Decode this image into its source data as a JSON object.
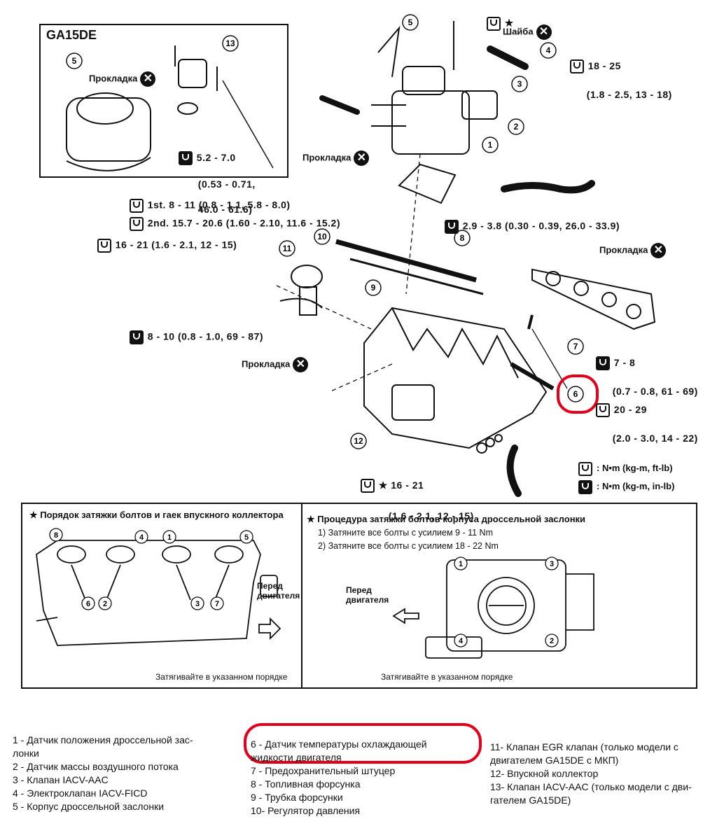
{
  "inset": {
    "engine_code": "GA15DE",
    "gasket_label": "Прокладка",
    "torque_lines": [
      "5.2 - 7.0",
      "(0.53 - 0.71,",
      "46.0 - 61.6)"
    ]
  },
  "callouts": {
    "washer_label": "Шайба",
    "torque_4_a": "18 - 25",
    "torque_4_b": "(1.8 - 2.5, 13 - 18)",
    "gasket_throttle": "Прокладка",
    "torque_first": "1st. 8 - 11 (0.8 - 1.1, 5.8 - 8.0)",
    "torque_second": "2nd. 15.7 - 20.6 (1.60 - 2.10, 11.6 - 15.2)",
    "torque_16_21": "16 - 21 (1.6 - 2.1, 12 - 15)",
    "torque_29_38": "2.9 - 3.8 (0.30 - 0.39, 26.0 - 33.9)",
    "gasket_right": "Прокладка",
    "torque_8_10": "8 - 10 (0.8 - 1.0, 69 - 87)",
    "gasket_left": "Прокладка",
    "torque_7_8_a": "7 - 8",
    "torque_7_8_b": "(0.7 - 0.8, 61 - 69)",
    "torque_20_29_a": "20 - 29",
    "torque_20_29_b": "(2.0 - 3.0, 14 - 22)",
    "torque_bottom_a": "16 - 21",
    "torque_bottom_b": "(1.6 - 2.1, 12 - 15)",
    "star": "★"
  },
  "legend": {
    "open": ": N•m (kg-m, ft-lb)",
    "filled": ": N•m (kg-m, in-lb)"
  },
  "numbers": [
    "1",
    "2",
    "3",
    "4",
    "5",
    "6",
    "7",
    "8",
    "9",
    "10",
    "11",
    "12",
    "13"
  ],
  "left_box": {
    "title": "★ Порядок затяжки болтов и гаек впускного коллектора",
    "front_label": [
      "Перед",
      "двигателя"
    ],
    "caption": "Затягивайте в указанном порядке",
    "sequence": [
      "8",
      "4",
      "1",
      "5",
      "6",
      "2",
      "3",
      "7"
    ]
  },
  "right_box": {
    "title": "★ Процедура затяжки болтов корпуса дроссельной заслонки",
    "steps": [
      "1) Затяните все болты с усилием 9 - 11 Nm",
      "2) Затяните все болты с усилием 18 - 22 Nm"
    ],
    "front_label": [
      "Перед",
      "двигателя"
    ],
    "caption": "Затягивайте в указанном порядке",
    "sequence": [
      "1",
      "3",
      "4",
      "2"
    ]
  },
  "parts_list": {
    "col1": [
      "1 -  Датчик положения дроссельной зас-",
      "       лонки",
      "2 -  Датчик массы воздушного потока",
      "3 -  Клапан IACV-AAC",
      "4 -  Электроклапан IACV-FICD",
      "5 -  Корпус дроссельной заслонки"
    ],
    "col2": [
      "6 -  Датчик температуры охлаждающей",
      "       жидкости двигателя",
      "7 -  Предохранительный штуцер",
      "8 -  Топливная форсунка",
      "9 -  Трубка форсунки",
      "10- Регулятор давления"
    ],
    "col3": [
      "11- Клапан EGR клапан (только модели с",
      "       двигателем GA15DE с МКП)",
      "12- Впускной коллектор",
      "13- Клапан IACV-AAC (только модели с дви-",
      "       гателем GA15DE)"
    ]
  },
  "colors": {
    "highlight": "#e3001b",
    "ink": "#111111"
  }
}
